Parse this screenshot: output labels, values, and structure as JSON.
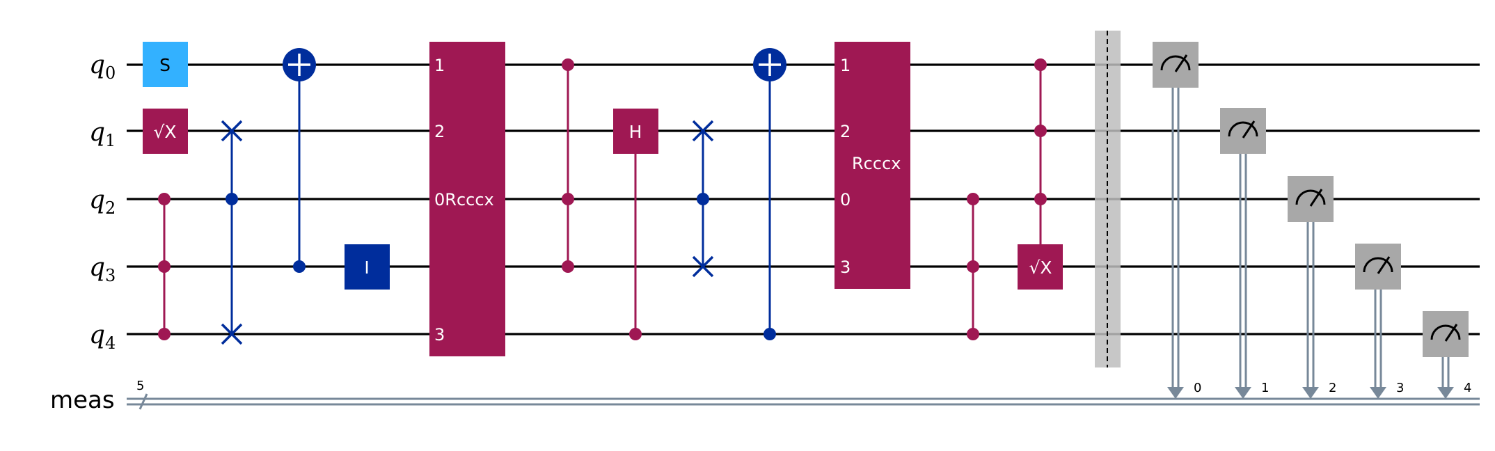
{
  "colors": {
    "wire": "#000000",
    "s_gate": "#33b1ff",
    "sx_gate": "#9f1853",
    "cz": "#9f1853",
    "cx_swap": "#002d9c",
    "i_gate": "#002d9c",
    "rcccx": "#9f1853",
    "measure": "#a8a8a8",
    "classical": "#778899",
    "barrier": "#bdbdbd"
  },
  "qubits": [
    {
      "base": "q",
      "sub": "0"
    },
    {
      "base": "q",
      "sub": "1"
    },
    {
      "base": "q",
      "sub": "2"
    },
    {
      "base": "q",
      "sub": "3"
    },
    {
      "base": "q",
      "sub": "4"
    }
  ],
  "classical_register": {
    "name": "meas",
    "size": "5"
  },
  "gate_labels": {
    "s": "S",
    "sx": "√X",
    "h": "H",
    "i": "I",
    "rcccx1_name": "0Rcccx",
    "rcccx1_ports": [
      "1",
      "2",
      "3"
    ],
    "rcccx2_name": "Rcccx",
    "rcccx2_ports": [
      "1",
      "2",
      "0",
      "3"
    ]
  },
  "measure_bits": [
    "0",
    "1",
    "2",
    "3",
    "4"
  ]
}
